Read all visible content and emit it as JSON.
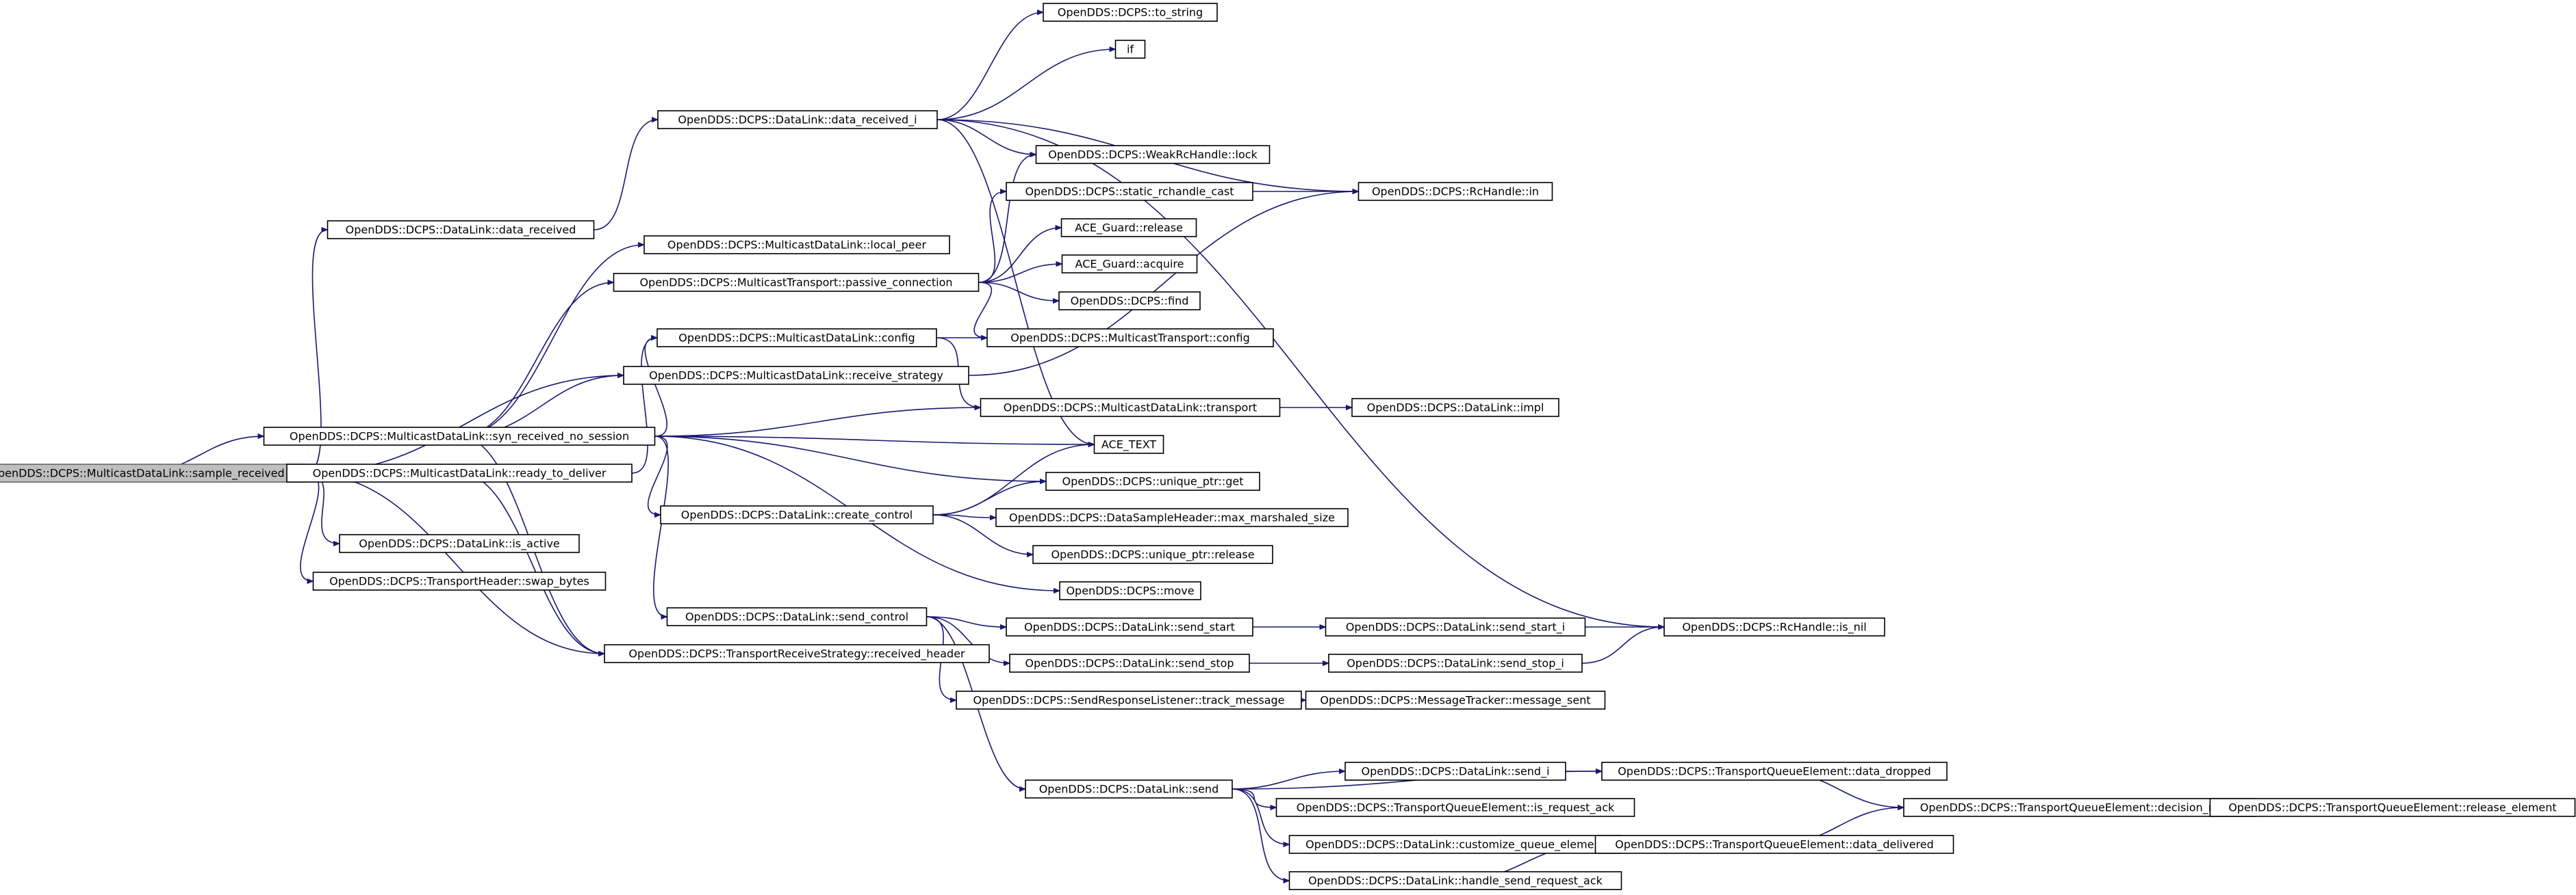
{
  "diagram": {
    "root_id": "n0",
    "colors": {
      "edge": "#191970",
      "root_fill": "#bfbfbf",
      "node_fill": "#ffffff"
    },
    "nodes": [
      {
        "id": "n0",
        "label": "OpenDDS::DCPS::MulticastDataLink::sample_received"
      },
      {
        "id": "n1",
        "label": "OpenDDS::DCPS::DataLink::data_received"
      },
      {
        "id": "n2",
        "label": "OpenDDS::DCPS::DataLink::data_received_i"
      },
      {
        "id": "n3",
        "label": "OpenDDS::DCPS::to_string"
      },
      {
        "id": "n4",
        "label": "if"
      },
      {
        "id": "n5",
        "label": "OpenDDS::DCPS::WeakRcHandle::lock"
      },
      {
        "id": "n6",
        "label": "OpenDDS::DCPS::static_rchandle_cast"
      },
      {
        "id": "n7",
        "label": "OpenDDS::DCPS::RcHandle::in"
      },
      {
        "id": "n8",
        "label": "ACE_Guard::release"
      },
      {
        "id": "n9",
        "label": "ACE_Guard::acquire"
      },
      {
        "id": "n10",
        "label": "OpenDDS::DCPS::find"
      },
      {
        "id": "n11",
        "label": "OpenDDS::DCPS::MulticastDataLink::local_peer"
      },
      {
        "id": "n12",
        "label": "OpenDDS::DCPS::MulticastTransport::passive_connection"
      },
      {
        "id": "n13",
        "label": "OpenDDS::DCPS::MulticastDataLink::config"
      },
      {
        "id": "n14",
        "label": "OpenDDS::DCPS::MulticastTransport::config"
      },
      {
        "id": "n15",
        "label": "OpenDDS::DCPS::MulticastDataLink::receive_strategy"
      },
      {
        "id": "n16",
        "label": "OpenDDS::DCPS::MulticastDataLink::transport"
      },
      {
        "id": "n17",
        "label": "OpenDDS::DCPS::DataLink::impl"
      },
      {
        "id": "n18",
        "label": "OpenDDS::DCPS::MulticastDataLink::syn_received_no_session"
      },
      {
        "id": "n19",
        "label": "ACE_TEXT"
      },
      {
        "id": "n20",
        "label": "OpenDDS::DCPS::MulticastDataLink::ready_to_deliver"
      },
      {
        "id": "n21",
        "label": "OpenDDS::DCPS::unique_ptr::get"
      },
      {
        "id": "n22",
        "label": "OpenDDS::DCPS::DataLink::create_control"
      },
      {
        "id": "n23",
        "label": "OpenDDS::DCPS::DataSampleHeader::max_marshaled_size"
      },
      {
        "id": "n24",
        "label": "OpenDDS::DCPS::unique_ptr::release"
      },
      {
        "id": "n25",
        "label": "OpenDDS::DCPS::DataLink::is_active"
      },
      {
        "id": "n26",
        "label": "OpenDDS::DCPS::TransportHeader::swap_bytes"
      },
      {
        "id": "n27",
        "label": "OpenDDS::DCPS::move"
      },
      {
        "id": "n28",
        "label": "OpenDDS::DCPS::DataLink::send_control"
      },
      {
        "id": "n29",
        "label": "OpenDDS::DCPS::DataLink::send_start"
      },
      {
        "id": "n30",
        "label": "OpenDDS::DCPS::DataLink::send_start_i"
      },
      {
        "id": "n31",
        "label": "OpenDDS::DCPS::RcHandle::is_nil"
      },
      {
        "id": "n32",
        "label": "OpenDDS::DCPS::TransportReceiveStrategy::received_header"
      },
      {
        "id": "n33",
        "label": "OpenDDS::DCPS::DataLink::send_stop"
      },
      {
        "id": "n34",
        "label": "OpenDDS::DCPS::DataLink::send_stop_i"
      },
      {
        "id": "n35",
        "label": "OpenDDS::DCPS::SendResponseListener::track_message"
      },
      {
        "id": "n36",
        "label": "OpenDDS::DCPS::MessageTracker::message_sent"
      },
      {
        "id": "n37",
        "label": "OpenDDS::DCPS::DataLink::send_i"
      },
      {
        "id": "n38",
        "label": "OpenDDS::DCPS::TransportQueueElement::data_dropped"
      },
      {
        "id": "n39",
        "label": "OpenDDS::DCPS::DataLink::send"
      },
      {
        "id": "n40",
        "label": "OpenDDS::DCPS::TransportQueueElement::is_request_ack"
      },
      {
        "id": "n41",
        "label": "OpenDDS::DCPS::TransportQueueElement::decision_made"
      },
      {
        "id": "n42",
        "label": "OpenDDS::DCPS::TransportQueueElement::release_element"
      },
      {
        "id": "n43",
        "label": "OpenDDS::DCPS::DataLink::customize_queue_element"
      },
      {
        "id": "n44",
        "label": "OpenDDS::DCPS::TransportQueueElement::data_delivered"
      },
      {
        "id": "n45",
        "label": "OpenDDS::DCPS::DataLink::handle_send_request_ack"
      }
    ],
    "edges": [
      [
        "n0",
        "n1"
      ],
      [
        "n0",
        "n18"
      ],
      [
        "n0",
        "n20"
      ],
      [
        "n0",
        "n15"
      ],
      [
        "n0",
        "n25"
      ],
      [
        "n0",
        "n26"
      ],
      [
        "n0",
        "n32"
      ],
      [
        "n1",
        "n2"
      ],
      [
        "n2",
        "n3"
      ],
      [
        "n2",
        "n4"
      ],
      [
        "n2",
        "n5"
      ],
      [
        "n2",
        "n7"
      ],
      [
        "n2",
        "n19"
      ],
      [
        "n2",
        "n31"
      ],
      [
        "n6",
        "n7"
      ],
      [
        "n12",
        "n5"
      ],
      [
        "n12",
        "n6"
      ],
      [
        "n12",
        "n8"
      ],
      [
        "n12",
        "n9"
      ],
      [
        "n12",
        "n10"
      ],
      [
        "n12",
        "n14"
      ],
      [
        "n13",
        "n14"
      ],
      [
        "n13",
        "n16"
      ],
      [
        "n15",
        "n7"
      ],
      [
        "n16",
        "n17"
      ],
      [
        "n18",
        "n11"
      ],
      [
        "n18",
        "n12"
      ],
      [
        "n18",
        "n13"
      ],
      [
        "n18",
        "n15"
      ],
      [
        "n18",
        "n16"
      ],
      [
        "n18",
        "n19"
      ],
      [
        "n18",
        "n21"
      ],
      [
        "n18",
        "n22"
      ],
      [
        "n18",
        "n27"
      ],
      [
        "n18",
        "n28"
      ],
      [
        "n18",
        "n32"
      ],
      [
        "n20",
        "n13"
      ],
      [
        "n20",
        "n32"
      ],
      [
        "n22",
        "n19"
      ],
      [
        "n22",
        "n21"
      ],
      [
        "n22",
        "n23"
      ],
      [
        "n22",
        "n24"
      ],
      [
        "n28",
        "n29"
      ],
      [
        "n28",
        "n33"
      ],
      [
        "n28",
        "n35"
      ],
      [
        "n28",
        "n39"
      ],
      [
        "n29",
        "n30"
      ],
      [
        "n30",
        "n31"
      ],
      [
        "n33",
        "n34"
      ],
      [
        "n34",
        "n31"
      ],
      [
        "n35",
        "n36"
      ],
      [
        "n37",
        "n38"
      ],
      [
        "n38",
        "n41"
      ],
      [
        "n39",
        "n37"
      ],
      [
        "n39",
        "n38"
      ],
      [
        "n39",
        "n40"
      ],
      [
        "n39",
        "n43"
      ],
      [
        "n39",
        "n45"
      ],
      [
        "n41",
        "n42"
      ],
      [
        "n44",
        "n41"
      ],
      [
        "n45",
        "n44"
      ]
    ]
  }
}
